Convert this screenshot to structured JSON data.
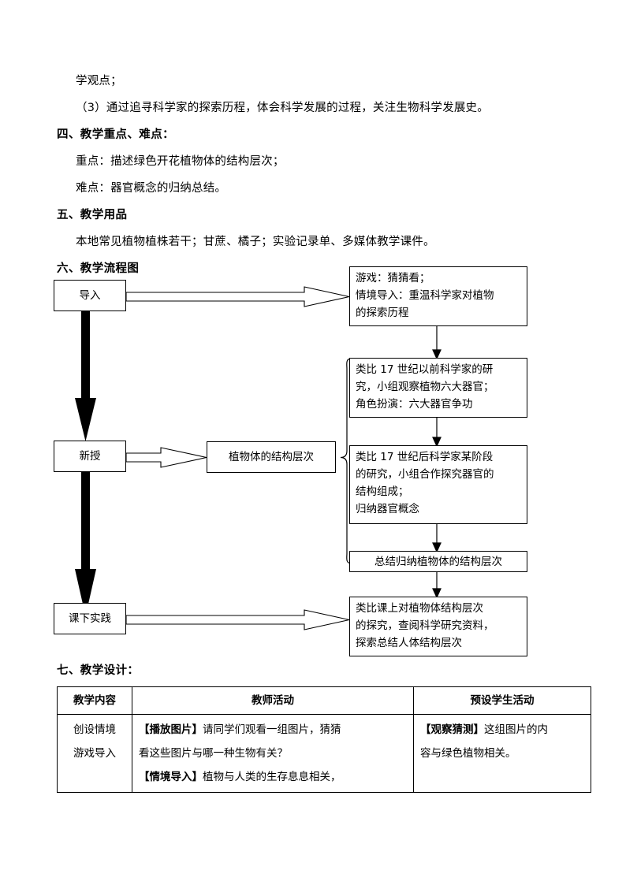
{
  "document": {
    "prose_lines": [
      {
        "text": "学观点；",
        "indent": true,
        "heading": false
      },
      {
        "text": "（3）通过追寻科学家的探索历程，体会科学发展的过程，关注生物科学发展史。",
        "indent": true,
        "heading": false
      },
      {
        "text": "四、教学重点、难点：",
        "indent": false,
        "heading": true
      },
      {
        "text": "重点：描述绿色开花植物体的结构层次；",
        "indent": true,
        "heading": false
      },
      {
        "text": "难点：器官概念的归纳总结。",
        "indent": true,
        "heading": false
      },
      {
        "text": "五、教学用品",
        "indent": false,
        "heading": true
      },
      {
        "text": "本地常见植物植株若干；甘蔗、橘子；实验记录单、多媒体教学课件。",
        "indent": true,
        "heading": false
      },
      {
        "text": "六、教学流程图",
        "indent": false,
        "heading": true
      }
    ],
    "section_seven_heading": "七、教学设计："
  },
  "flowchart": {
    "nodes": {
      "import": "导入",
      "new_lesson": "新授",
      "after_class": "课下实践",
      "structure_levels": "植物体的结构层次",
      "intro_activity": "游戏：猜猜看；\n情境导入：重温科学家对植物\n的探索历程",
      "before_17c": "类比 17 世纪以前科学家的研\n究，小组观察植物六大器官；\n角色扮演：六大器官争功",
      "after_17c": "类比 17 世纪后科学家某阶段\n的研究，小组合作探究器官的\n结构组成；\n归纳器官概念",
      "summary": "总结归纳植物体的结构层次",
      "homework": "类比课上对植物体结构层次\n的探究，查阅科学研究资料，\n探索总结人体结构层次"
    }
  },
  "table": {
    "headers": [
      "教学内容",
      "教师活动",
      "预设学生活动"
    ],
    "rows": [
      {
        "content_lines": [
          "创设情境",
          "游戏导入"
        ],
        "teacher_lines": [
          {
            "bracket": "【播放图片】",
            "rest": "请同学们观看一组图片，猜猜"
          },
          {
            "bracket": "",
            "rest": "看这些图片与哪一种生物有关？"
          },
          {
            "bracket": "【情境导入】",
            "rest": "植物与人类的生存息息相关，"
          }
        ],
        "student_lines": [
          {
            "bracket": "【观察猜测】",
            "rest": "这组图片的内"
          },
          {
            "bracket": "",
            "rest": "容与绿色植物相关。"
          }
        ]
      }
    ]
  }
}
